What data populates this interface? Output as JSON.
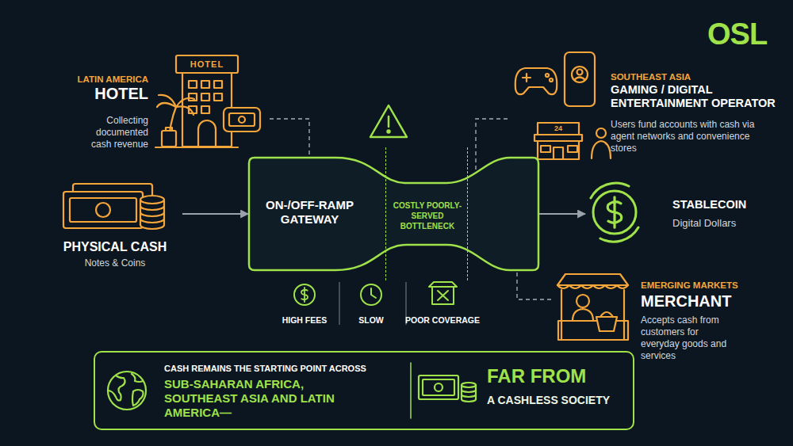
{
  "diagram": {
    "nodes": [
      {
        "text": [
          "LATIN AMERICA",
          "HOTEL",
          "Collecting documented cash revenue"
        ]
      },
      {
        "text": [
          "SOUTHEAST ASIA",
          "GAMING / DIGITAL ENTERTAINMENT OPERATOR",
          "Users fund accounts with cash via agent networks and convenience stores"
        ]
      },
      {
        "text": [
          "PHYSICAL CASH",
          "Notes & Coins"
        ]
      },
      {
        "text": [
          "ON-/OFF-RAMP GATEWAY"
        ]
      },
      {
        "text": [
          "COSTLY POORLY-SERVED BOTTLENECK"
        ],
        "in": 3
      },
      {
        "text": [
          "STABLECOIN",
          "Digital Dollars"
        ]
      },
      {
        "text": [
          "EMERGING MARKETS",
          "MERCHANT",
          "Accepts cash from customers for everyday goods and services"
        ]
      },
      {
        "text": [
          "CASH REMAINS THE STARTING POINT ACROSS",
          "SUB-SAHARAN AFRICA, SOUTHEAST ASIA AND LATIN AMERICA—",
          "FAR FROM",
          "A CASHLESS SOCIETY"
        ]
      }
    ],
    "edges": [
      {
        "from": 2,
        "to": 3,
        "arrow": "to"
      },
      {
        "from": 3,
        "to": 5,
        "arrow": "to"
      },
      {
        "from": 0,
        "to": 3,
        "arrow": "none"
      },
      {
        "from": 1,
        "to": 3,
        "arrow": "none"
      },
      {
        "from": 6,
        "to": 3,
        "arrow": "none"
      }
    ],
    "labels": [
      "OSL",
      "HOTEL",
      "24",
      "HIGH FEES",
      "SLOW",
      "POOR COVERAGE"
    ]
  }
}
